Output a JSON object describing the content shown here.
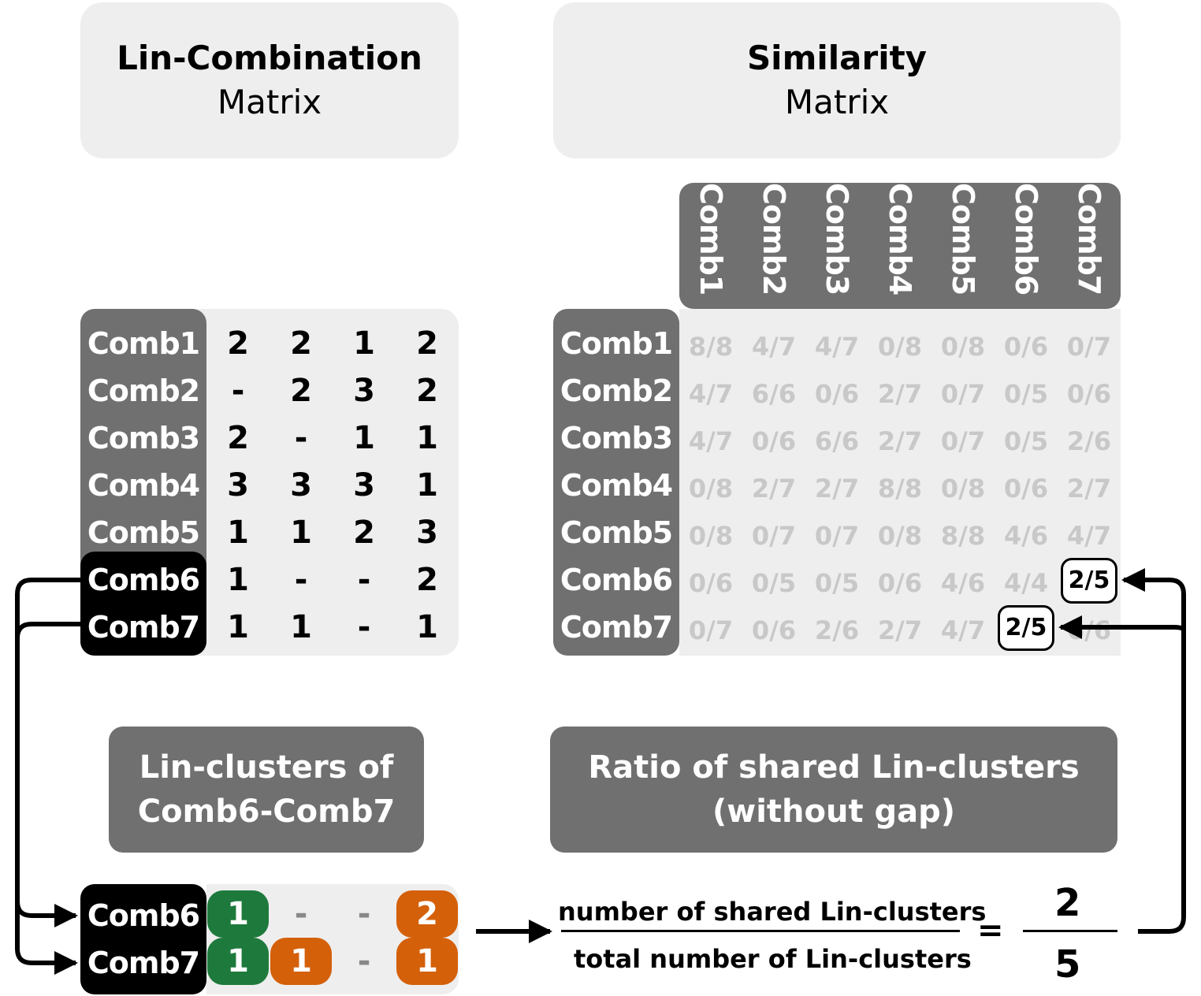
{
  "lin_matrix_title": {
    "line1": "Lin-Combination",
    "line2": "Matrix"
  },
  "sim_matrix_title": {
    "line1": "Similarity",
    "line2": "Matrix"
  },
  "lin_matrix": {
    "rows": [
      {
        "label": "Comb1",
        "values": [
          "2",
          "2",
          "1",
          "2"
        ]
      },
      {
        "label": "Comb2",
        "values": [
          "-",
          "2",
          "3",
          "2"
        ]
      },
      {
        "label": "Comb3",
        "values": [
          "2",
          "-",
          "1",
          "1"
        ]
      },
      {
        "label": "Comb4",
        "values": [
          "3",
          "3",
          "3",
          "1"
        ]
      },
      {
        "label": "Comb5",
        "values": [
          "1",
          "1",
          "2",
          "3"
        ]
      },
      {
        "label": "Comb6",
        "values": [
          "1",
          "-",
          "-",
          "2"
        ]
      },
      {
        "label": "Comb7",
        "values": [
          "1",
          "1",
          "-",
          "1"
        ]
      }
    ]
  },
  "sim_matrix": {
    "columns": [
      "Comb1",
      "Comb2",
      "Comb3",
      "Comb4",
      "Comb5",
      "Comb6",
      "Comb7"
    ],
    "rows": [
      {
        "label": "Comb1",
        "values": [
          "8/8",
          "4/7",
          "4/7",
          "0/8",
          "0/8",
          "0/6",
          "0/7"
        ]
      },
      {
        "label": "Comb2",
        "values": [
          "4/7",
          "6/6",
          "0/6",
          "2/7",
          "0/7",
          "0/5",
          "0/6"
        ]
      },
      {
        "label": "Comb3",
        "values": [
          "4/7",
          "0/6",
          "6/6",
          "2/7",
          "0/7",
          "0/5",
          "2/6"
        ]
      },
      {
        "label": "Comb4",
        "values": [
          "0/8",
          "2/7",
          "2/7",
          "8/8",
          "0/8",
          "0/6",
          "2/7"
        ]
      },
      {
        "label": "Comb5",
        "values": [
          "0/8",
          "0/7",
          "0/7",
          "0/8",
          "8/8",
          "4/6",
          "4/7"
        ]
      },
      {
        "label": "Comb6",
        "values": [
          "0/6",
          "0/5",
          "0/5",
          "0/6",
          "4/6",
          "4/4",
          "2/5"
        ]
      },
      {
        "label": "Comb7",
        "values": [
          "0/7",
          "0/6",
          "2/6",
          "2/7",
          "4/7",
          "2/5",
          "6/6"
        ]
      }
    ],
    "highlighted": [
      "2/5",
      "2/5"
    ]
  },
  "clusters_label": {
    "line1": "Lin-clusters of",
    "line2": "Comb6-Comb7"
  },
  "ratio_label": {
    "line1": "Ratio of shared Lin-clusters",
    "line2": "(without gap)"
  },
  "clusters": {
    "rows": [
      {
        "label": "Comb6",
        "values": [
          "1",
          "-",
          "-",
          "2"
        ]
      },
      {
        "label": "Comb7",
        "values": [
          "1",
          "1",
          "-",
          "1"
        ]
      }
    ],
    "colors": {
      "shared": "#1e7a3c",
      "unshared": "#d4600a"
    }
  },
  "formula": {
    "numerator": "number of shared Lin-clusters",
    "denominator": "total number of Lin-clusters",
    "equals": "=",
    "result_num": "2",
    "result_den": "5"
  }
}
